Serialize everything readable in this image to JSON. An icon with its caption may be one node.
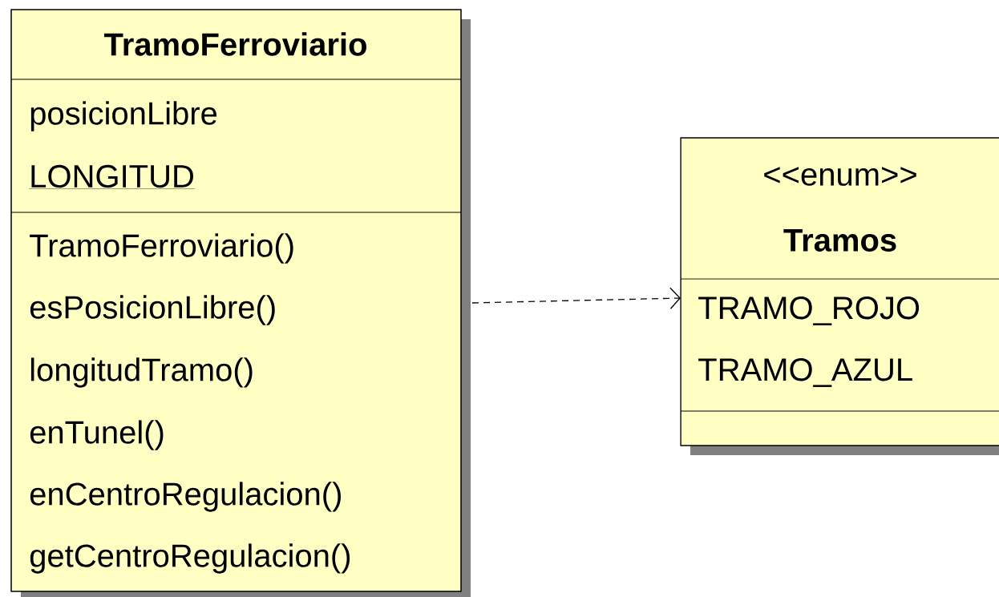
{
  "diagram": {
    "nodes": [
      {
        "text": [
          "TramoFerroviario",
          "posicionLibre",
          "LONGITUD",
          "TramoFerroviario()",
          "esPosicionLibre()",
          "longitudTramo()",
          "enTunel()",
          "enCentroRegulacion()",
          "getCentroRegulacion()"
        ]
      },
      {
        "text": [
          "<<enum>>",
          "Tramos",
          "TRAMO_ROJO",
          "TRAMO_AZUL"
        ]
      }
    ],
    "edges": [
      {
        "from": 0,
        "to": 1,
        "arrow": "to",
        "style": "dashed"
      }
    ]
  }
}
